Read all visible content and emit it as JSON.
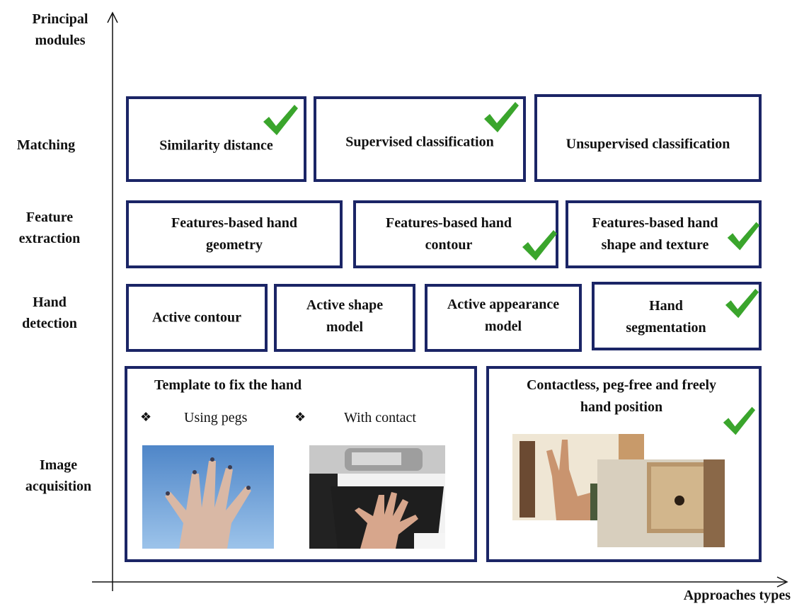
{
  "axes": {
    "y_title": "Principal\nmodules",
    "x_title": "Approaches types",
    "rows": {
      "matching": "Matching",
      "feature_extraction": "Feature\nextraction",
      "hand_detection": "Hand\ndetection",
      "image_acquisition": "Image\nacquisition"
    }
  },
  "matching": {
    "similarity_distance": "Similarity distance",
    "supervised_classification": "Supervised classification",
    "unsupervised_classification": "Unsupervised classification"
  },
  "feature_extraction": {
    "hand_geometry": "Features-based hand\ngeometry",
    "hand_contour": "Features-based hand\ncontour",
    "shape_texture": "Features-based hand\nshape and texture"
  },
  "hand_detection": {
    "active_contour": "Active contour",
    "active_shape_model": "Active shape\nmodel",
    "active_appearance_model": "Active appearance\nmodel",
    "hand_segmentation": "Hand\nsegmentation"
  },
  "image_acquisition": {
    "template_title": "Template to fix the hand",
    "bullet_symbol": "❖",
    "using_pegs": "Using pegs",
    "with_contact": "With contact",
    "contactless_title": "Contactless, peg-free and freely\nhand position"
  },
  "colors": {
    "box_border": "#1b2566",
    "check": "#3aa52c"
  },
  "icons": {
    "check": "check-icon",
    "bullet": "diamond-bullet-icon"
  }
}
